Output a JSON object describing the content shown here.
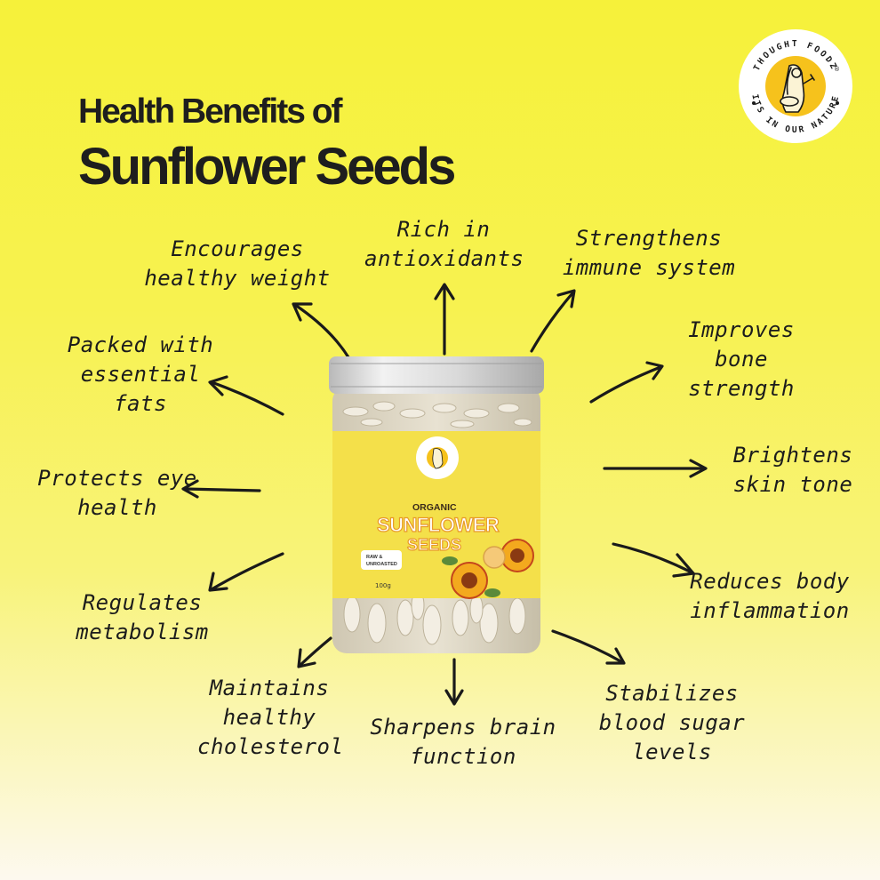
{
  "title": {
    "line1": "Health Benefits of",
    "line2": "Sunflower Seeds"
  },
  "brand": {
    "name": "THOUGHT FOODZ",
    "tagline": "ITS IN OUR NATURE",
    "mark": "®"
  },
  "benefits": [
    {
      "lines": [
        "Rich in",
        "antioxidants"
      ]
    },
    {
      "lines": [
        "Strengthens",
        "immune system"
      ]
    },
    {
      "lines": [
        "Encourages",
        "healthy weight"
      ]
    },
    {
      "lines": [
        "Improves",
        "bone",
        "strength"
      ]
    },
    {
      "lines": [
        "Packed with",
        "essential",
        "fats"
      ]
    },
    {
      "lines": [
        "Brightens",
        "skin tone"
      ]
    },
    {
      "lines": [
        "Protects eye",
        "health"
      ]
    },
    {
      "lines": [
        "Reduces body",
        "inflammation"
      ]
    },
    {
      "lines": [
        "Regulates",
        "metabolism"
      ]
    },
    {
      "lines": [
        "Maintains",
        "healthy",
        "cholesterol"
      ]
    },
    {
      "lines": [
        "Sharpens brain",
        "function"
      ]
    },
    {
      "lines": [
        "Stabilizes",
        "blood sugar",
        "levels"
      ]
    }
  ],
  "product": {
    "label_top": "ORGANIC",
    "name_line1": "SUNFLOWER",
    "name_line2": "SEEDS",
    "badge_line1": "RAW &",
    "badge_line2": "UNROASTED",
    "weight": "100g"
  },
  "colors": {
    "background_top": "#f6f13a",
    "background_bottom": "#fdf9ef",
    "text": "#1e1e1e",
    "label_yellow": "#f4e04a",
    "accent_orange": "#e89a2a"
  }
}
